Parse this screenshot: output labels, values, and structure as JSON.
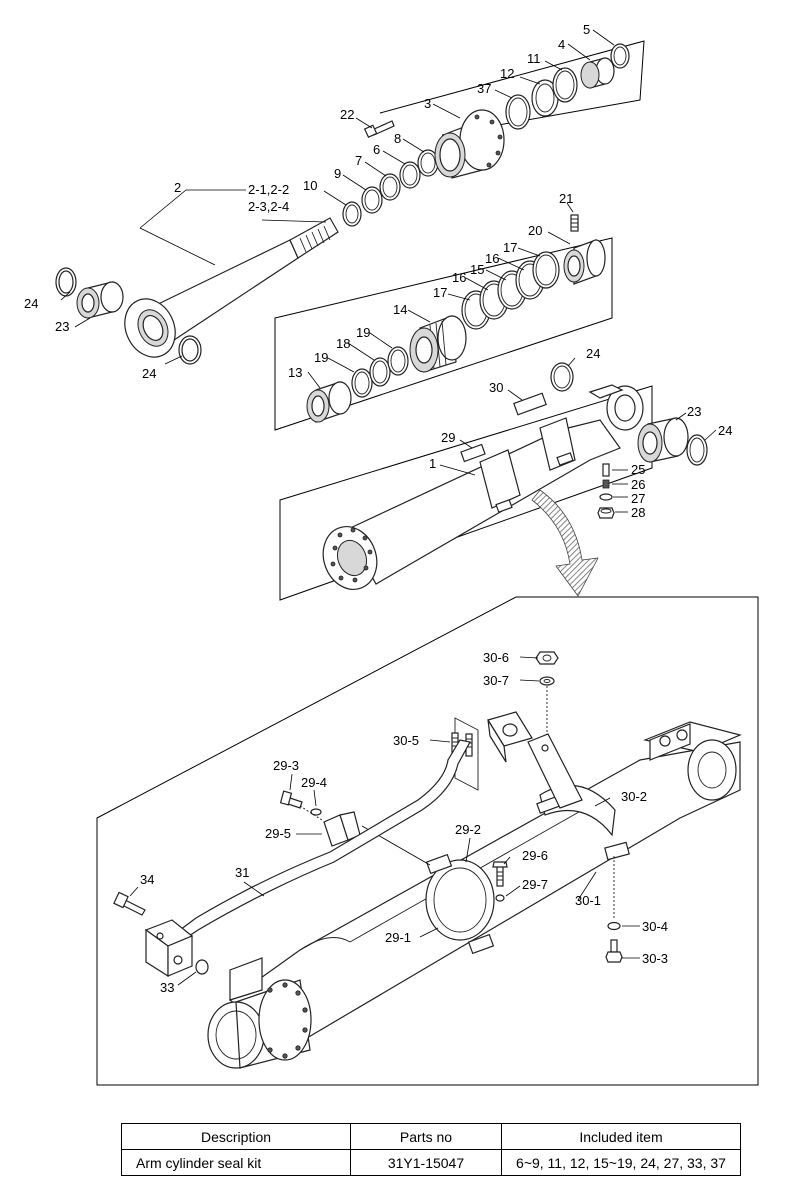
{
  "labels": {
    "l1": "1",
    "l2": "2",
    "l2sub1": "2-1,2-2",
    "l2sub2": "2-3,2-4",
    "l3": "3",
    "l4": "4",
    "l5": "5",
    "l6": "6",
    "l7": "7",
    "l8": "8",
    "l9": "9",
    "l10": "10",
    "l11": "11",
    "l12": "12",
    "l13": "13",
    "l14": "14",
    "l15": "15",
    "l16a": "16",
    "l16b": "16",
    "l17a": "17",
    "l17b": "17",
    "l18": "18",
    "l19a": "19",
    "l19b": "19",
    "l20": "20",
    "l21": "21",
    "l22": "22",
    "l23a": "23",
    "l23b": "23",
    "l24a": "24",
    "l24b": "24",
    "l24c": "24",
    "l24d": "24",
    "l25": "25",
    "l26": "26",
    "l27": "27",
    "l28": "28",
    "l29": "29",
    "l30": "30",
    "l37": "37",
    "l30_6": "30-6",
    "l30_7": "30-7",
    "l30_5": "30-5",
    "l30_2": "30-2",
    "l30_1": "30-1",
    "l30_4": "30-4",
    "l30_3": "30-3",
    "l29_3": "29-3",
    "l29_4": "29-4",
    "l29_5": "29-5",
    "l29_2": "29-2",
    "l29_6": "29-6",
    "l29_7": "29-7",
    "l29_1": "29-1",
    "l31": "31",
    "l33": "33",
    "l34": "34"
  },
  "kit_table": {
    "headers": [
      "Description",
      "Parts no",
      "Included item"
    ],
    "rows": [
      [
        "Arm cylinder seal kit",
        "31Y1-15047",
        "6~9, 11, 12, 15~19, 24, 27, 33, 37"
      ]
    ]
  }
}
